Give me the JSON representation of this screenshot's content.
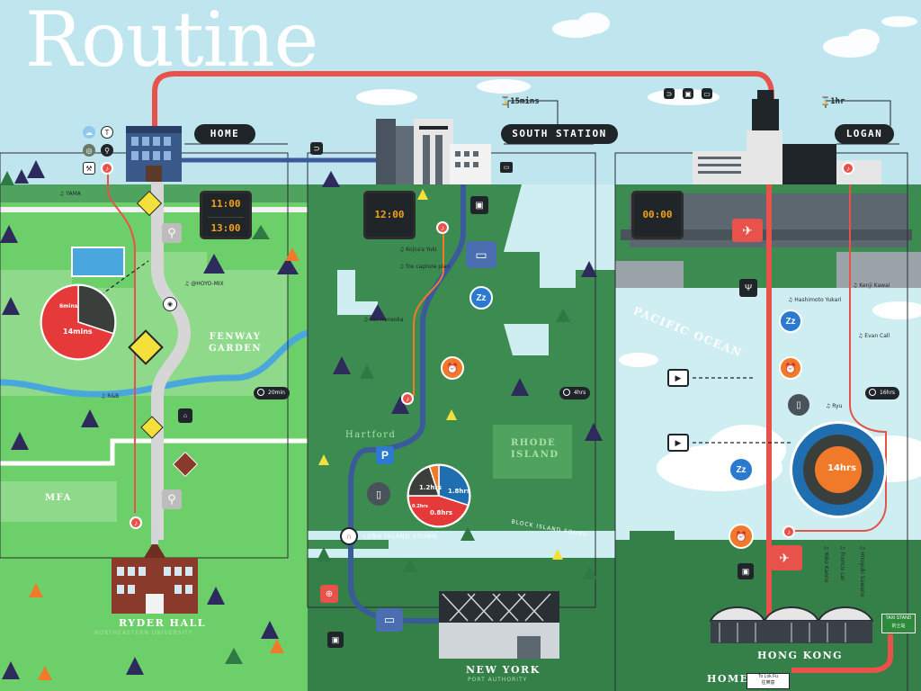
{
  "title": "Routine",
  "stations": {
    "home": "HOME",
    "south_station": "SOUTH STATION",
    "logan": "LOGAN"
  },
  "durations": {
    "south_station": "15mins",
    "logan": "1hr",
    "walk": "20min",
    "bus": "4hrs",
    "flight": "16hrs"
  },
  "clocks": {
    "home": [
      "11:00",
      "13:00"
    ],
    "south_station": [
      "12:00"
    ],
    "logan": [
      "00:00"
    ]
  },
  "places": {
    "fenway": "FENWAY\nGARDEN",
    "mfa": "MFA",
    "ryder_hall": "RYDER HALL",
    "ryder_sub": "NORTHEASTERN UNIVERSITY",
    "hartford": "Hartford",
    "rhode_island": "RHODE\nISLAND",
    "long_island_sound": "LONG ISLAND SOUND",
    "block_island_sound": "BLOCK ISLAND SOUND",
    "new_york": "NEW YORK",
    "ny_sub": "PORT AUTHORITY",
    "pacific": "PACIFIC OCEAN",
    "hong_kong": "HONG KONG",
    "home_bottom": "HOME",
    "taxi_stand": "TAXI STAND",
    "taxi_stand_cn": "的士站",
    "sign_line1": "To Lok Fu",
    "sign_line2": "往樂富"
  },
  "music": {
    "yama": "YAMA",
    "hoyo": "@HOYO-MIX",
    "rnb": "R&B",
    "kojiura": "Kojiura Yuki",
    "fox": "fox capture plan",
    "hanedaa": "Kei Haneoka",
    "kenji": "Kenji Kawai",
    "hashimoto": "Hashimoto Yukari",
    "evan": "Evan Call",
    "ryu": "Ryu",
    "hiroyuki": "Hiroyuki Sawano",
    "yoko": "Yoko Kanno",
    "francis": "Francis Lai"
  },
  "pie_home": {
    "segments": [
      {
        "label": "6mins",
        "value": 6,
        "color": "#3a3f3b"
      },
      {
        "label": "14mins",
        "value": 14,
        "color": "#e63a3a"
      }
    ]
  },
  "pie_bus": {
    "segments": [
      {
        "label": "1.2hrs",
        "value": 1.2,
        "color": "#1f6fb0"
      },
      {
        "label": "1.8hrs",
        "value": 1.8,
        "color": "#e63a3a"
      },
      {
        "label": "0.8hrs",
        "value": 0.8,
        "color": "#3a3f3b"
      },
      {
        "label": "0.2hrs",
        "value": 0.2,
        "color": "#f07a2a"
      }
    ]
  },
  "pie_flight": {
    "center_label": "14hrs",
    "ring_outer_color": "#1f6fb0",
    "ring_inner_color": "#3a3f3b",
    "center_color": "#f07a2a"
  },
  "colors": {
    "route_red": "#e8524a",
    "route_blue": "#3b5a9a",
    "grass": "#6dcf6a",
    "forest": "#3c8c52",
    "sea": "#cfeef2",
    "orange": "#f07a2a"
  }
}
